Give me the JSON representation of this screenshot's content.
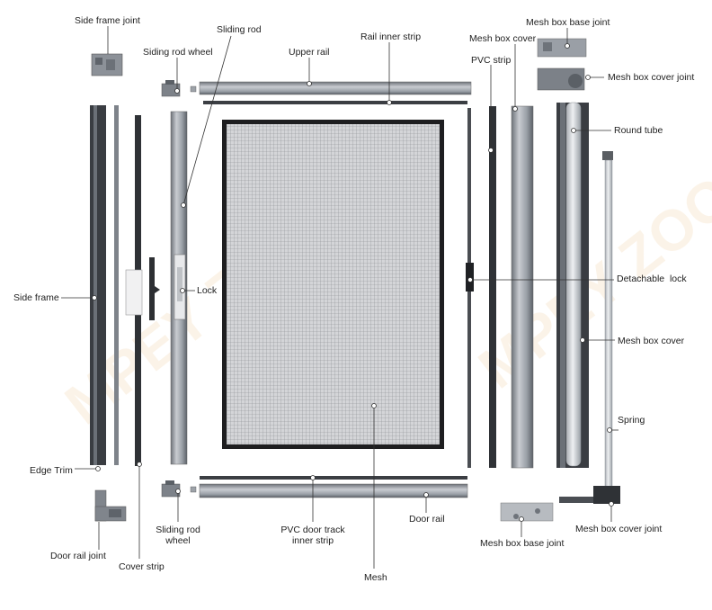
{
  "labels": {
    "side_frame_joint": "Side frame joint",
    "sliding_rod": "Sliding rod",
    "siding_rod_wheel": "Siding rod wheel",
    "upper_rail": "Upper rail",
    "rail_inner_strip": "Rail inner strip",
    "mesh_box_cover_top": "Mesh box cover",
    "mesh_box_base_joint_top": "Mesh box base joint",
    "pvc_strip": "PVC strip",
    "mesh_box_cover_joint_top": "Mesh box cover joint",
    "round_tube": "Round tube",
    "side_frame": "Side frame",
    "lock": "Lock",
    "detachable_lock": "Detachable  lock",
    "mesh_box_cover_right": "Mesh box cover",
    "spring": "Spring",
    "edge_trim": "Edge Trim",
    "door_rail": "Door rail",
    "mesh_box_base_joint_bottom": "Mesh box base joint",
    "mesh_box_cover_joint_bottom": "Mesh box cover joint",
    "door_rail_joint": "Door rail joint",
    "cover_strip": "Cover strip",
    "sliding_rod_wheel_line1": "Sliding rod",
    "sliding_rod_wheel_line2": "wheel",
    "pvc_door_track_line1": "PVC door track",
    "pvc_door_track_line2": "inner strip",
    "mesh": "Mesh"
  },
  "watermark": "MPEY ZOOM",
  "colors": {
    "profile_light": "#c9ccd1",
    "profile_mid": "#8f949b",
    "profile_dark": "#3a3d42",
    "mesh_frame": "#1e1e20",
    "mesh_fill": "#c9cacd",
    "leader": "#333333",
    "watermark": "#f0c58e"
  }
}
